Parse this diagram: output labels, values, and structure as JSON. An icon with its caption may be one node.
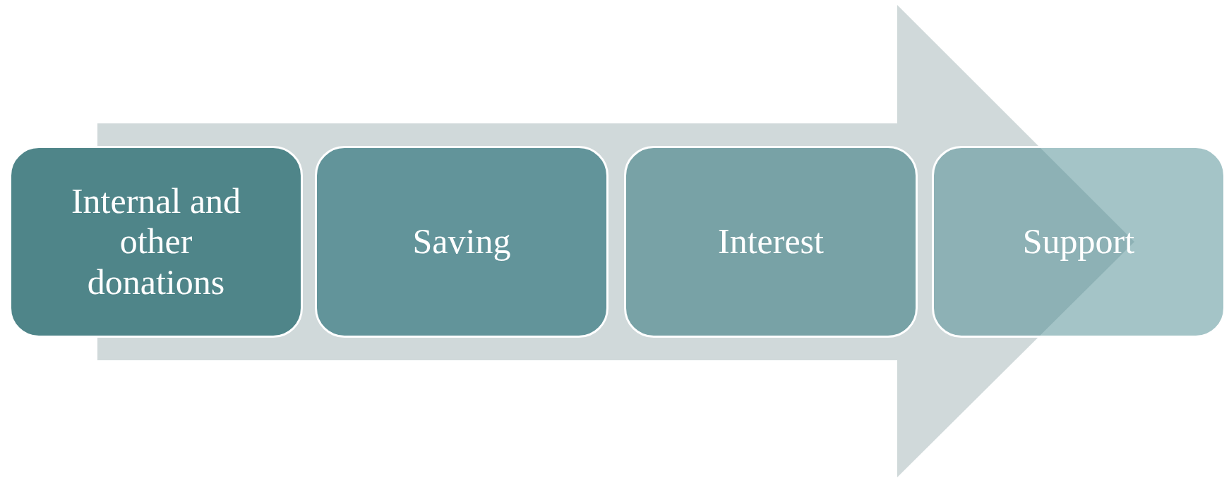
{
  "diagram": {
    "nodes": [
      {
        "text": [
          "Internal and other donations"
        ]
      },
      {
        "text": [
          "Saving"
        ]
      },
      {
        "text": [
          "Interest"
        ]
      },
      {
        "text": [
          "Support"
        ]
      }
    ],
    "edges": [
      {
        "from": 0,
        "to": 3,
        "arrow": "to"
      }
    ]
  }
}
